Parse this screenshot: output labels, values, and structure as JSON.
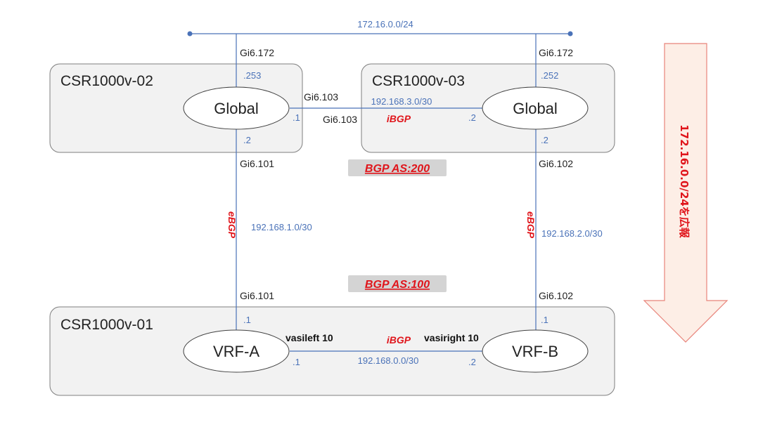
{
  "routers": {
    "r02": {
      "name": "CSR1000v-02",
      "node": "Global"
    },
    "r03": {
      "name": "CSR1000v-03",
      "node": "Global"
    },
    "r01": {
      "name": "CSR1000v-01",
      "vrf_a": "VRF-A",
      "vrf_b": "VRF-B"
    }
  },
  "networks": {
    "top": "172.16.0.0/24",
    "r02_r03": "192.168.3.0/30",
    "r02_r01": "192.168.1.0/30",
    "r03_r01": "192.168.2.0/30",
    "vrf_link": "192.168.0.0/30"
  },
  "interfaces": {
    "r02_top": "Gi6.172",
    "r03_top": "Gi6.172",
    "r02_to_r03": "Gi6.103",
    "r03_to_r02": "Gi6.103",
    "r02_down": "Gi6.101",
    "r03_down": "Gi6.102",
    "r01_left_up": "Gi6.101",
    "r01_right_up": "Gi6.102",
    "vasileft": "vasileft 10",
    "vasiright": "vasiright 10"
  },
  "addresses": {
    "r02_top": ".253",
    "r03_top": ".252",
    "r02_right": ".1",
    "r03_left": ".2",
    "r02_bottom": ".2",
    "r03_bottom": ".2",
    "r01_a_top": ".1",
    "r01_b_top": ".1",
    "r01_a_right": ".1",
    "r01_b_left": ".2"
  },
  "protocols": {
    "ibgp_top": "iBGP",
    "ibgp_bottom": "iBGP",
    "ebgp_left": "eBGP",
    "ebgp_right": "eBGP"
  },
  "as_labels": {
    "as200": "BGP AS:200",
    "as100": "BGP AS:100"
  },
  "advertise": "172.16.0.0/24を広報",
  "colors": {
    "link": "#4a72b8",
    "accent_red": "#e0151b",
    "arrow_fill": "#fdeee6",
    "arrow_stroke": "#e8837a",
    "box_fill": "#f2f2f2",
    "as_badge_fill": "#d4d4d4"
  }
}
